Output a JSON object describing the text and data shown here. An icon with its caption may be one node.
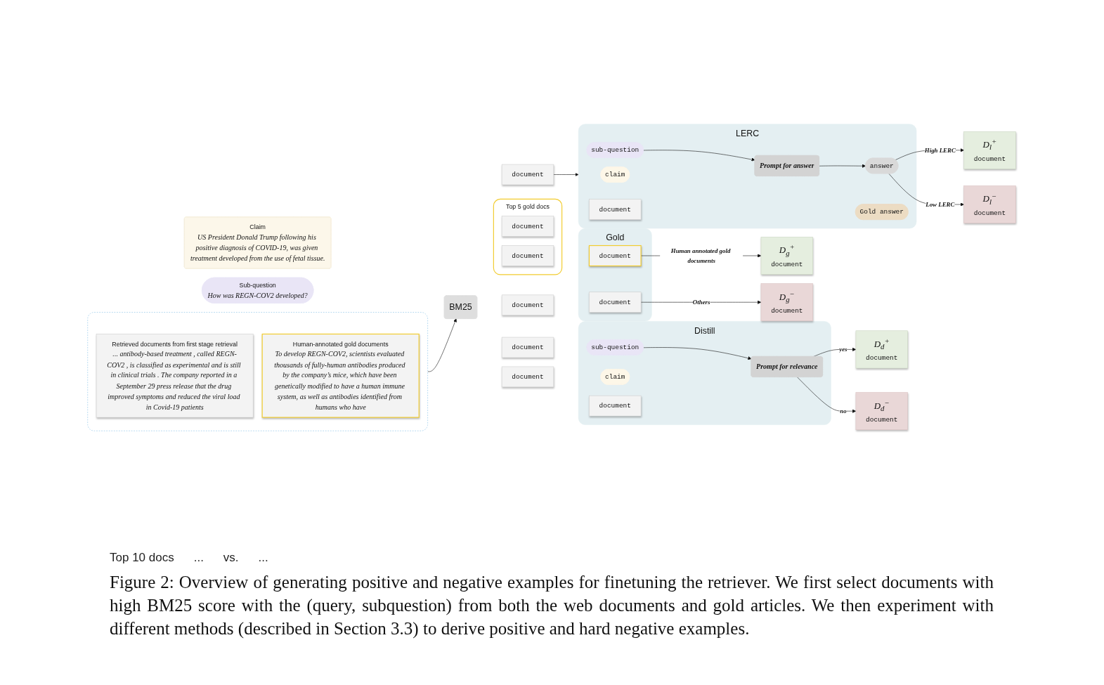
{
  "diagram": {
    "caption": "Figure 2: Overview of generating positive and negative examples for finetuning the retriever. We first select documents with high BM25 score with the (query, subquestion) from both the web documents and gold articles. We then experiment with different methods (described in Section 3.3) to derive positive and hard negative examples.",
    "nodes": [
      {
        "text": [
          "Claim",
          "US President Donald Trump following his positive diagnosis of COVID-19, was given treatment developed from the use of fetal tissue."
        ]
      },
      {
        "text": [
          "Sub-question",
          "How was REGN-COV2 developed?"
        ]
      },
      {
        "text": [],
        "shape": "box"
      },
      {
        "text": [
          "Retrieved documents from first stage retrieval",
          "... antibody-based treatment , called REGN-COV2 , is classified as experimental and is still in clinical trials . The company reported in a September 29 press release that the drug improved symptoms and reduced the viral load in Covid-19 patients"
        ],
        "in": 2
      },
      {
        "text": [
          "Human-annotated gold documents",
          "To develop REGN-COV2, scientists evaluated thousands of fully-human antibodies produced by the company’s mice, which have been genetically modified to have a human immune system, as well as antibodies identified from humans who have"
        ],
        "in": 2
      },
      {
        "text": [
          "BM25"
        ]
      },
      {
        "text": [
          "document"
        ]
      },
      {
        "text": [
          "document"
        ]
      },
      {
        "text": [
          "document"
        ]
      },
      {
        "text": [
          "document"
        ]
      },
      {
        "text": [
          "Top 5 gold docs"
        ]
      },
      {
        "text": [
          "document"
        ],
        "in": 10
      },
      {
        "text": [
          "document"
        ],
        "in": 10
      },
      {
        "text": [
          "Distill"
        ]
      },
      {
        "text": [
          "claim"
        ],
        "in": 13
      },
      {
        "text": [
          "sub-question"
        ],
        "in": 13
      },
      {
        "text": [
          "document"
        ],
        "in": 13
      },
      {
        "text": [
          "Prompt for relevance"
        ],
        "in": 13
      },
      {
        "text": [
          "D$_{d}$$^{+}$",
          "document"
        ]
      },
      {
        "text": [
          "D$_{d}$$^{−}$",
          "document"
        ]
      },
      {
        "text": [
          "LERC"
        ]
      },
      {
        "text": [
          "claim"
        ],
        "in": 20
      },
      {
        "text": [
          "sub-question"
        ],
        "in": 20
      },
      {
        "text": [
          "document"
        ],
        "in": 20
      },
      {
        "text": [
          "Prompt for answer"
        ],
        "in": 20
      },
      {
        "text": [
          "answer"
        ],
        "in": 20
      },
      {
        "text": [
          "Gold answer"
        ],
        "in": 20
      },
      {
        "text": [
          "D$_{l}$$^{+}$",
          "document"
        ]
      },
      {
        "text": [
          "D$_{l}$$^{−}$",
          "document"
        ]
      },
      {
        "text": [
          "Gold"
        ]
      },
      {
        "text": [
          "document"
        ],
        "in": 29
      },
      {
        "text": [
          "document"
        ],
        "in": 29
      },
      {
        "text": [
          "D$_{g}$$^{+}$",
          "document"
        ]
      },
      {
        "text": [
          "D$_{g}$$^{−}$",
          "document"
        ]
      }
    ],
    "edges": [
      {
        "from": 2,
        "to": 5,
        "arrow": "to"
      },
      {
        "from": 9,
        "to": 20,
        "arrow": "to"
      },
      {
        "from": 15,
        "to": 17,
        "arrow": "to"
      },
      {
        "from": 17,
        "to": 18,
        "arrow": "to",
        "label": "yes"
      },
      {
        "from": 17,
        "to": 19,
        "arrow": "to",
        "label": "no"
      },
      {
        "from": 22,
        "to": 24,
        "arrow": "to"
      },
      {
        "from": 24,
        "to": 25,
        "arrow": "to"
      },
      {
        "from": 25,
        "to": 27,
        "arrow": "to",
        "label": "High LERC"
      },
      {
        "from": 25,
        "to": 28,
        "arrow": "to",
        "label": "Low LERC"
      },
      {
        "from": 30,
        "to": 32,
        "arrow": "to",
        "label": "Human annotated gold documents"
      },
      {
        "from": 31,
        "to": 33,
        "arrow": "to",
        "label": "Others"
      }
    ],
    "labels": [
      "Top 10 docs",
      "...",
      "vs.",
      "..."
    ]
  }
}
